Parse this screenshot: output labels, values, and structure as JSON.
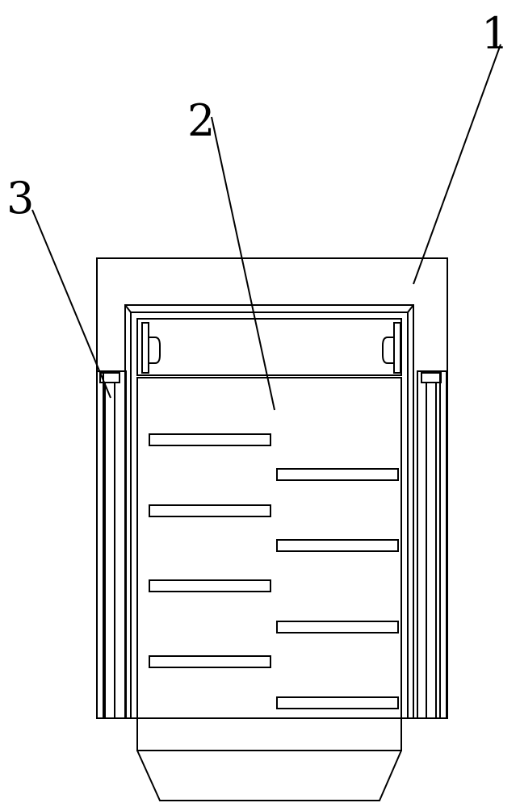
{
  "labels": [
    {
      "id": "1",
      "text": "1"
    },
    {
      "id": "2",
      "text": "2"
    },
    {
      "id": "3",
      "text": "3"
    }
  ],
  "colors": {
    "stroke": "#000000",
    "background": "#ffffff"
  }
}
